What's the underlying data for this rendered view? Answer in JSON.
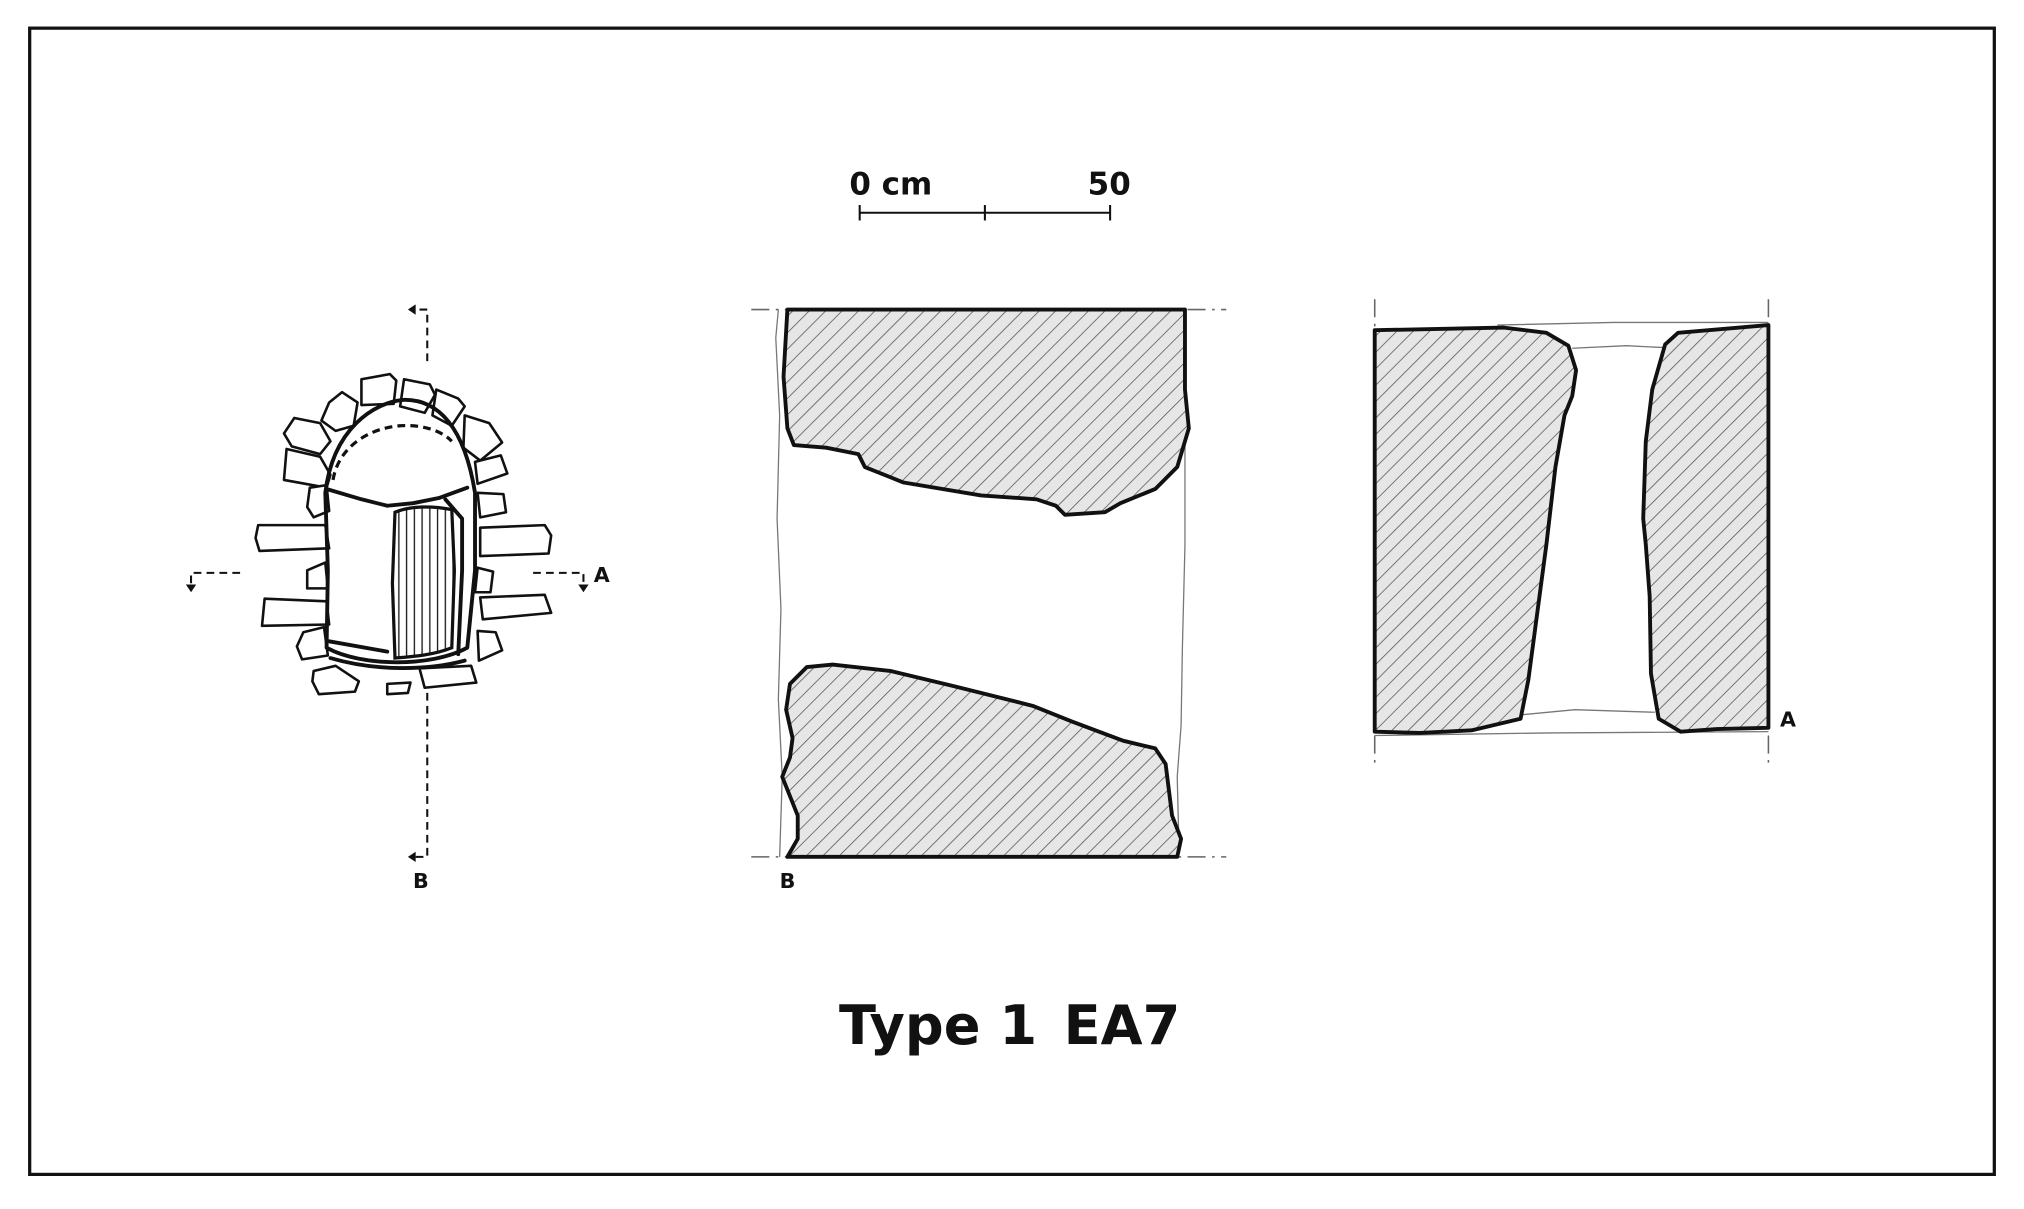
{
  "figure": {
    "title": "Type 1",
    "code": "EA7",
    "scale_bar": {
      "start_label": "0 cm",
      "end_label": "50"
    },
    "plan": {
      "section_a_label": "A",
      "section_b_label": "B"
    },
    "section_b": {
      "label": "B"
    },
    "section_a": {
      "label": "A"
    },
    "colors": {
      "line": "#111111",
      "hatch_fill": "#e6e6e6",
      "hatch_line": "#555555"
    }
  }
}
